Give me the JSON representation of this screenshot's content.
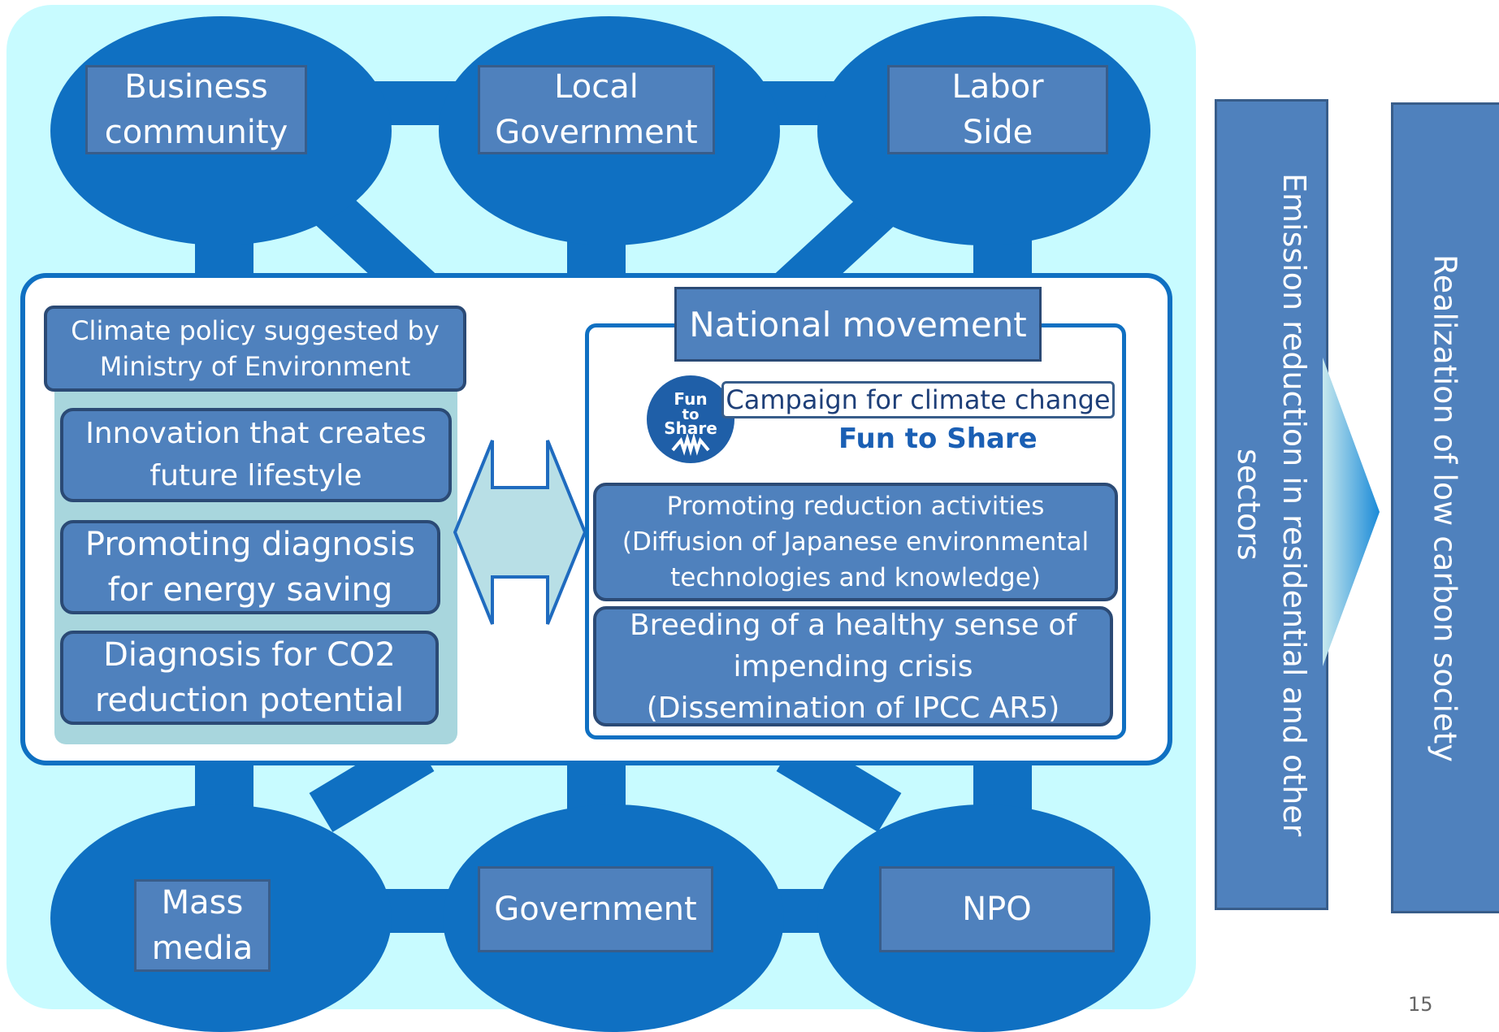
{
  "stakeholders_top": {
    "business": "Business\ncommunity",
    "local_government": "Local\nGovernment",
    "labor": "Labor\nSide"
  },
  "stakeholders_bottom": {
    "mass_media": "Mass\nmedia",
    "government": "Government",
    "npo": "NPO"
  },
  "policy": {
    "header": "Climate policy suggested by\nMinistry of Environment",
    "items": [
      "Innovation that creates\nfuture lifestyle",
      "Promoting diagnosis\nfor energy saving",
      "Diagnosis for CO2\nreduction potential"
    ]
  },
  "national_movement": {
    "title": "National movement",
    "campaign": "Campaign for climate change",
    "brand": "Fun to Share",
    "logo_text": "Fun to Share",
    "items": [
      "Promoting reduction activities\n(Diffusion of Japanese environmental\ntechnologies and knowledge)",
      "Breeding of a healthy sense of\nimpending crisis\n(Dissemination of IPCC AR5)"
    ]
  },
  "outcomes": {
    "emission": "Emission reduction in residential and other\nsectors",
    "realization": "Realization of low carbon society"
  },
  "page_number": "15",
  "colors": {
    "network_blue": "#0f70c2",
    "box_blue": "#4f81bd",
    "panel_cyan": "#c8fbff",
    "arrow_fill": "#b8dfe6"
  }
}
